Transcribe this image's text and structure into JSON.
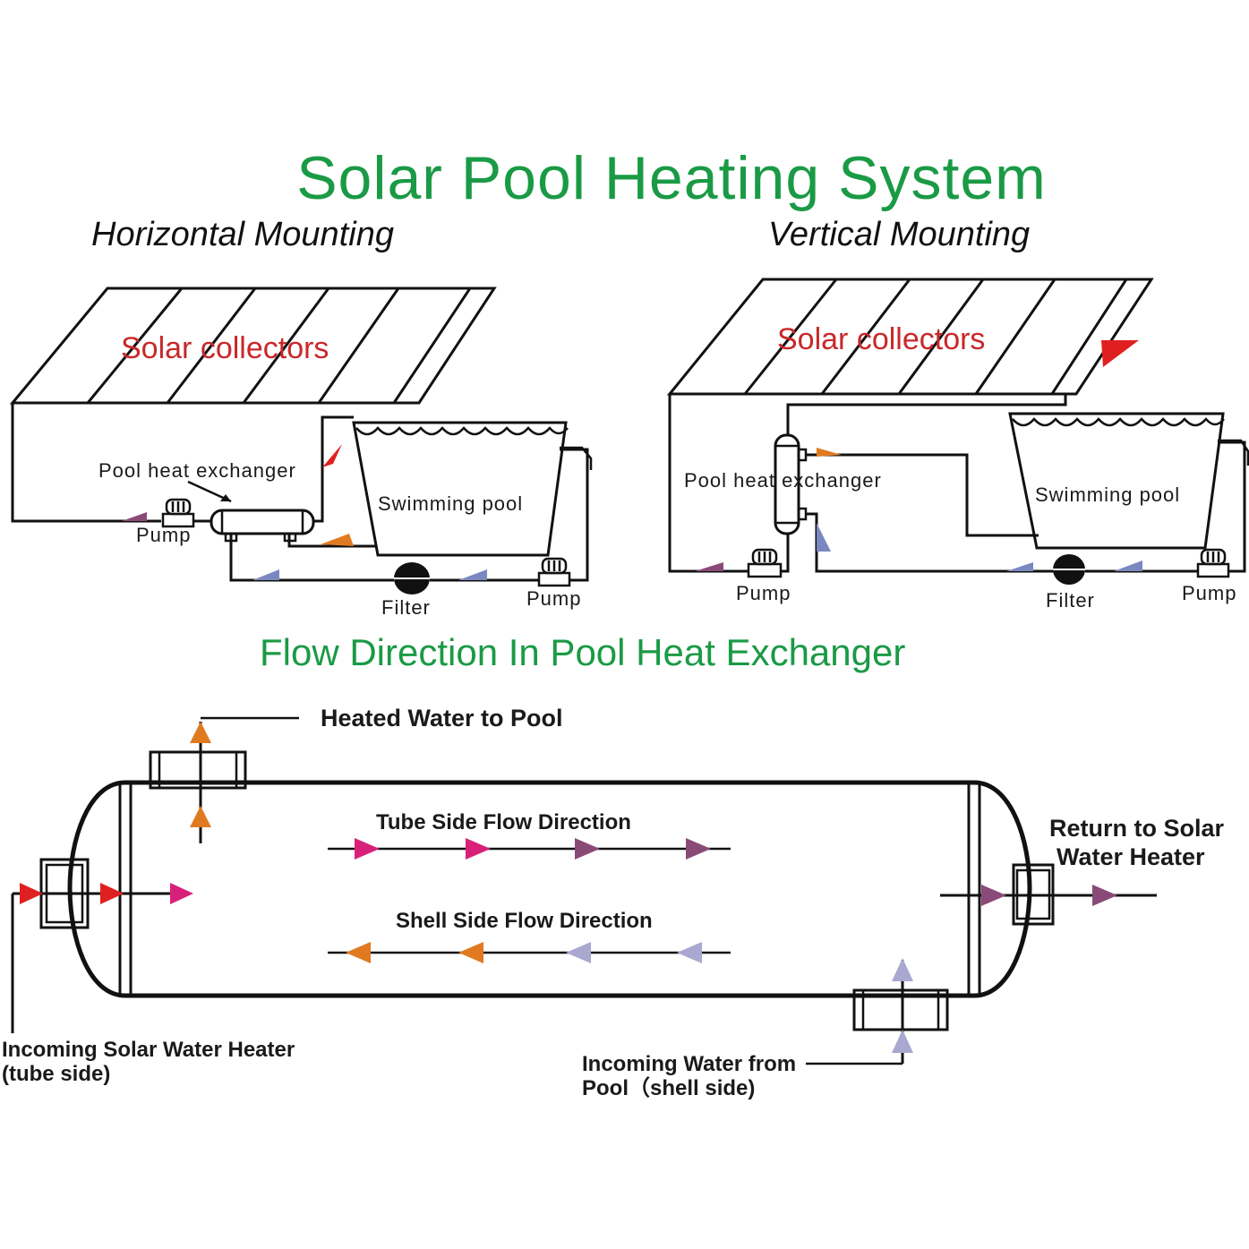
{
  "title": "Solar Pool Heating System",
  "horizontal": {
    "heading": "Horizontal Mounting",
    "collectors": "Solar collectors",
    "exchanger": "Pool heat exchanger",
    "pool": "Swimming pool",
    "pump_left": "Pump",
    "filter": "Filter",
    "pump_right": "Pump"
  },
  "vertical": {
    "heading": "Vertical Mounting",
    "collectors": "Solar collectors",
    "exchanger": "Pool heat exchanger",
    "pool": "Swimming pool",
    "pump_left": "Pump",
    "filter": "Filter",
    "pump_right": "Pump"
  },
  "flow": {
    "heading": "Flow Direction  In Pool Heat Exchanger",
    "heated_out": "Heated Water to Pool",
    "tube_side": "Tube Side  Flow  Direction",
    "shell_side": "Shell Side Flow Direction",
    "return_line1": "Return to Solar",
    "return_line2": "Water Heater",
    "incoming_solar_line1": "Incoming Solar Water Heater",
    "incoming_solar_line2": "(tube side)",
    "incoming_pool_line1": "Incoming Water from",
    "incoming_pool_line2": "Pool（shell side)"
  },
  "colors": {
    "title": "#1a9a45",
    "collector_label": "#c8282a",
    "red_arrow": "#e02020",
    "magenta_arrow": "#d8207a",
    "purple_arrow": "#8a4a78",
    "orange_arrow": "#e07a20",
    "lavender_arrow": "#a8a8d0",
    "blue_arrow": "#7a88c0"
  }
}
